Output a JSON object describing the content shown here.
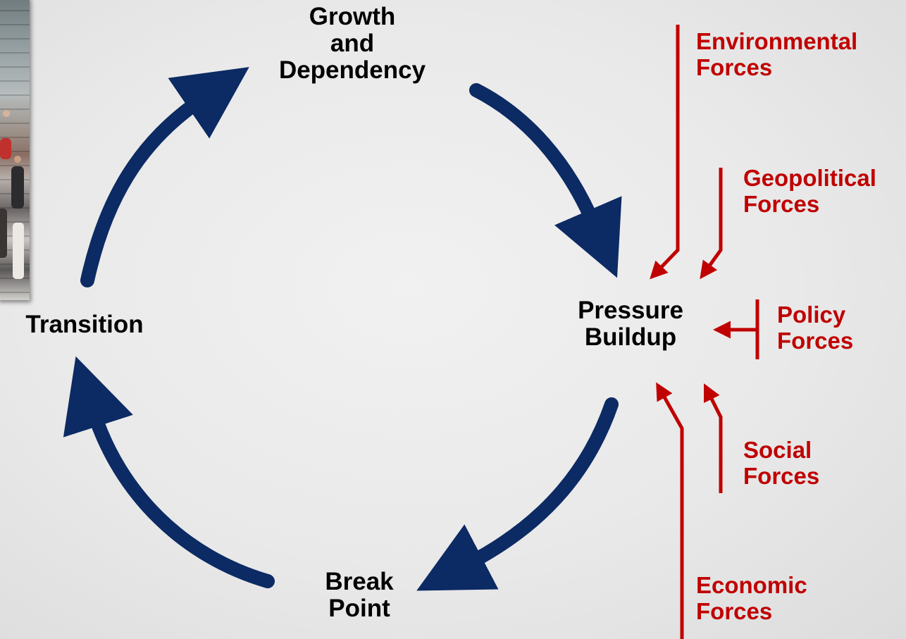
{
  "cycle": {
    "growth": [
      "Growth",
      "and",
      "Dependency"
    ],
    "pressure": [
      "Pressure",
      "Buildup"
    ],
    "break_point": [
      "Break",
      "Point"
    ],
    "transition": [
      "Transition"
    ]
  },
  "forces": {
    "environmental": [
      "Environmental",
      "Forces"
    ],
    "geopolitical": [
      "Geopolitical",
      "Forces"
    ],
    "policy": [
      "Policy",
      "Forces"
    ],
    "social": [
      "Social",
      "Forces"
    ],
    "economic": [
      "Economic",
      "Forces"
    ]
  },
  "colors": {
    "cycle_arrow": "#0c2a63",
    "force_arrow": "#c00000",
    "label_text": "#000000",
    "background": "#e8e8e8"
  }
}
